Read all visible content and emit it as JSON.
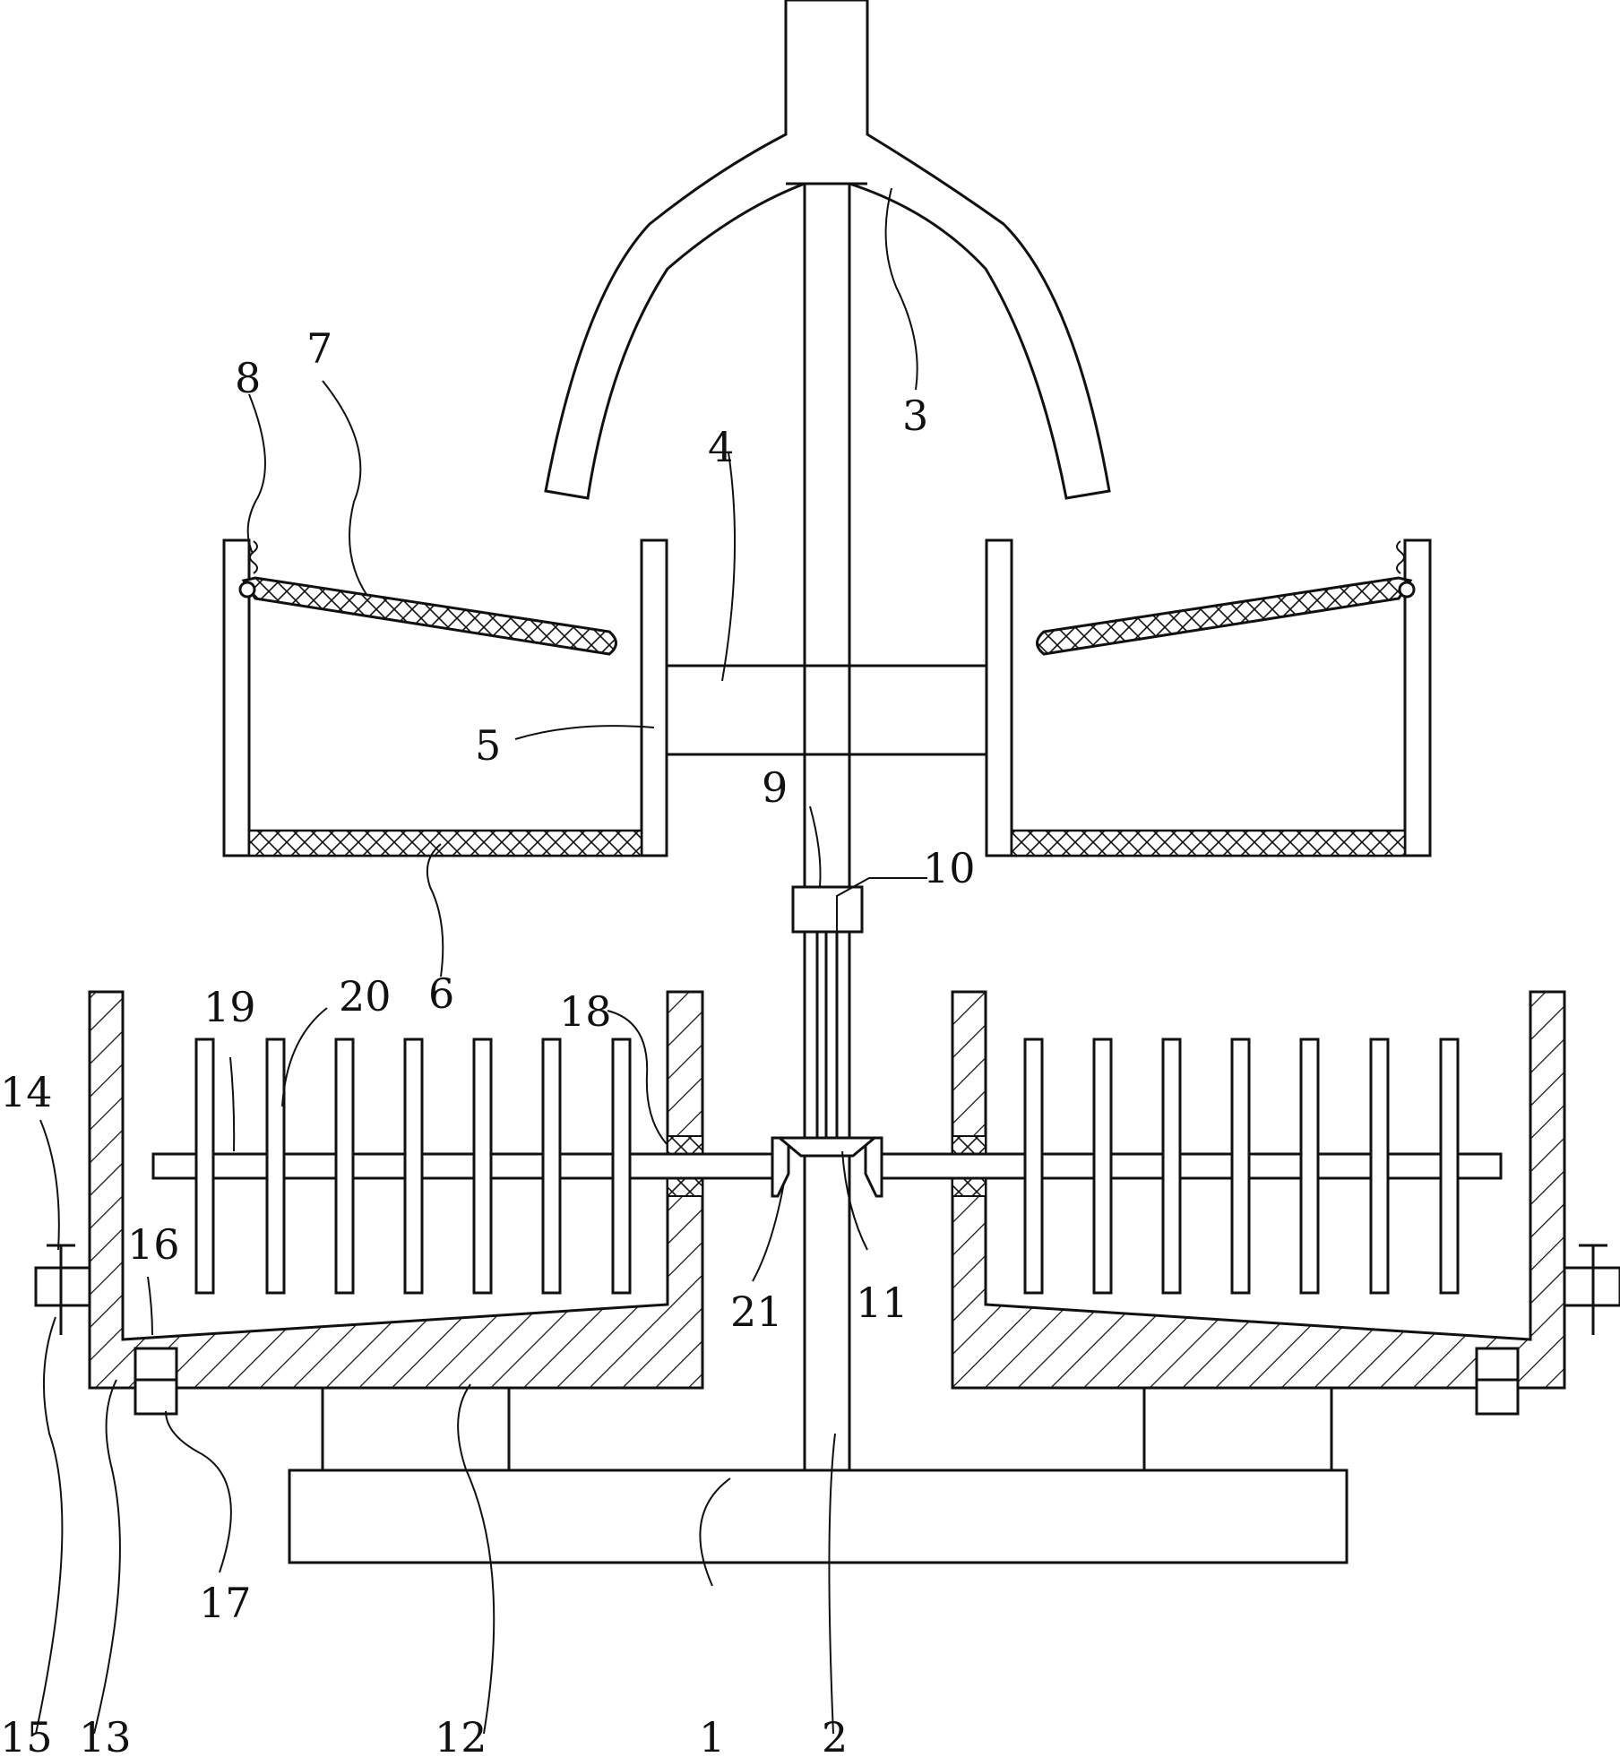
{
  "diagram": {
    "labels": [
      {
        "key": "1",
        "text": "1"
      },
      {
        "key": "2",
        "text": "2"
      },
      {
        "key": "3",
        "text": "3"
      },
      {
        "key": "4",
        "text": "4"
      },
      {
        "key": "5",
        "text": "5"
      },
      {
        "key": "6",
        "text": "6"
      },
      {
        "key": "7",
        "text": "7"
      },
      {
        "key": "8",
        "text": "8"
      },
      {
        "key": "9",
        "text": "9"
      },
      {
        "key": "10",
        "text": "10"
      },
      {
        "key": "11",
        "text": "11"
      },
      {
        "key": "12",
        "text": "12"
      },
      {
        "key": "13",
        "text": "13"
      },
      {
        "key": "14",
        "text": "14"
      },
      {
        "key": "15",
        "text": "15"
      },
      {
        "key": "16",
        "text": "16"
      },
      {
        "key": "17",
        "text": "17"
      },
      {
        "key": "18",
        "text": "18"
      },
      {
        "key": "19",
        "text": "19"
      },
      {
        "key": "20",
        "text": "20"
      },
      {
        "key": "21",
        "text": "21"
      }
    ]
  }
}
